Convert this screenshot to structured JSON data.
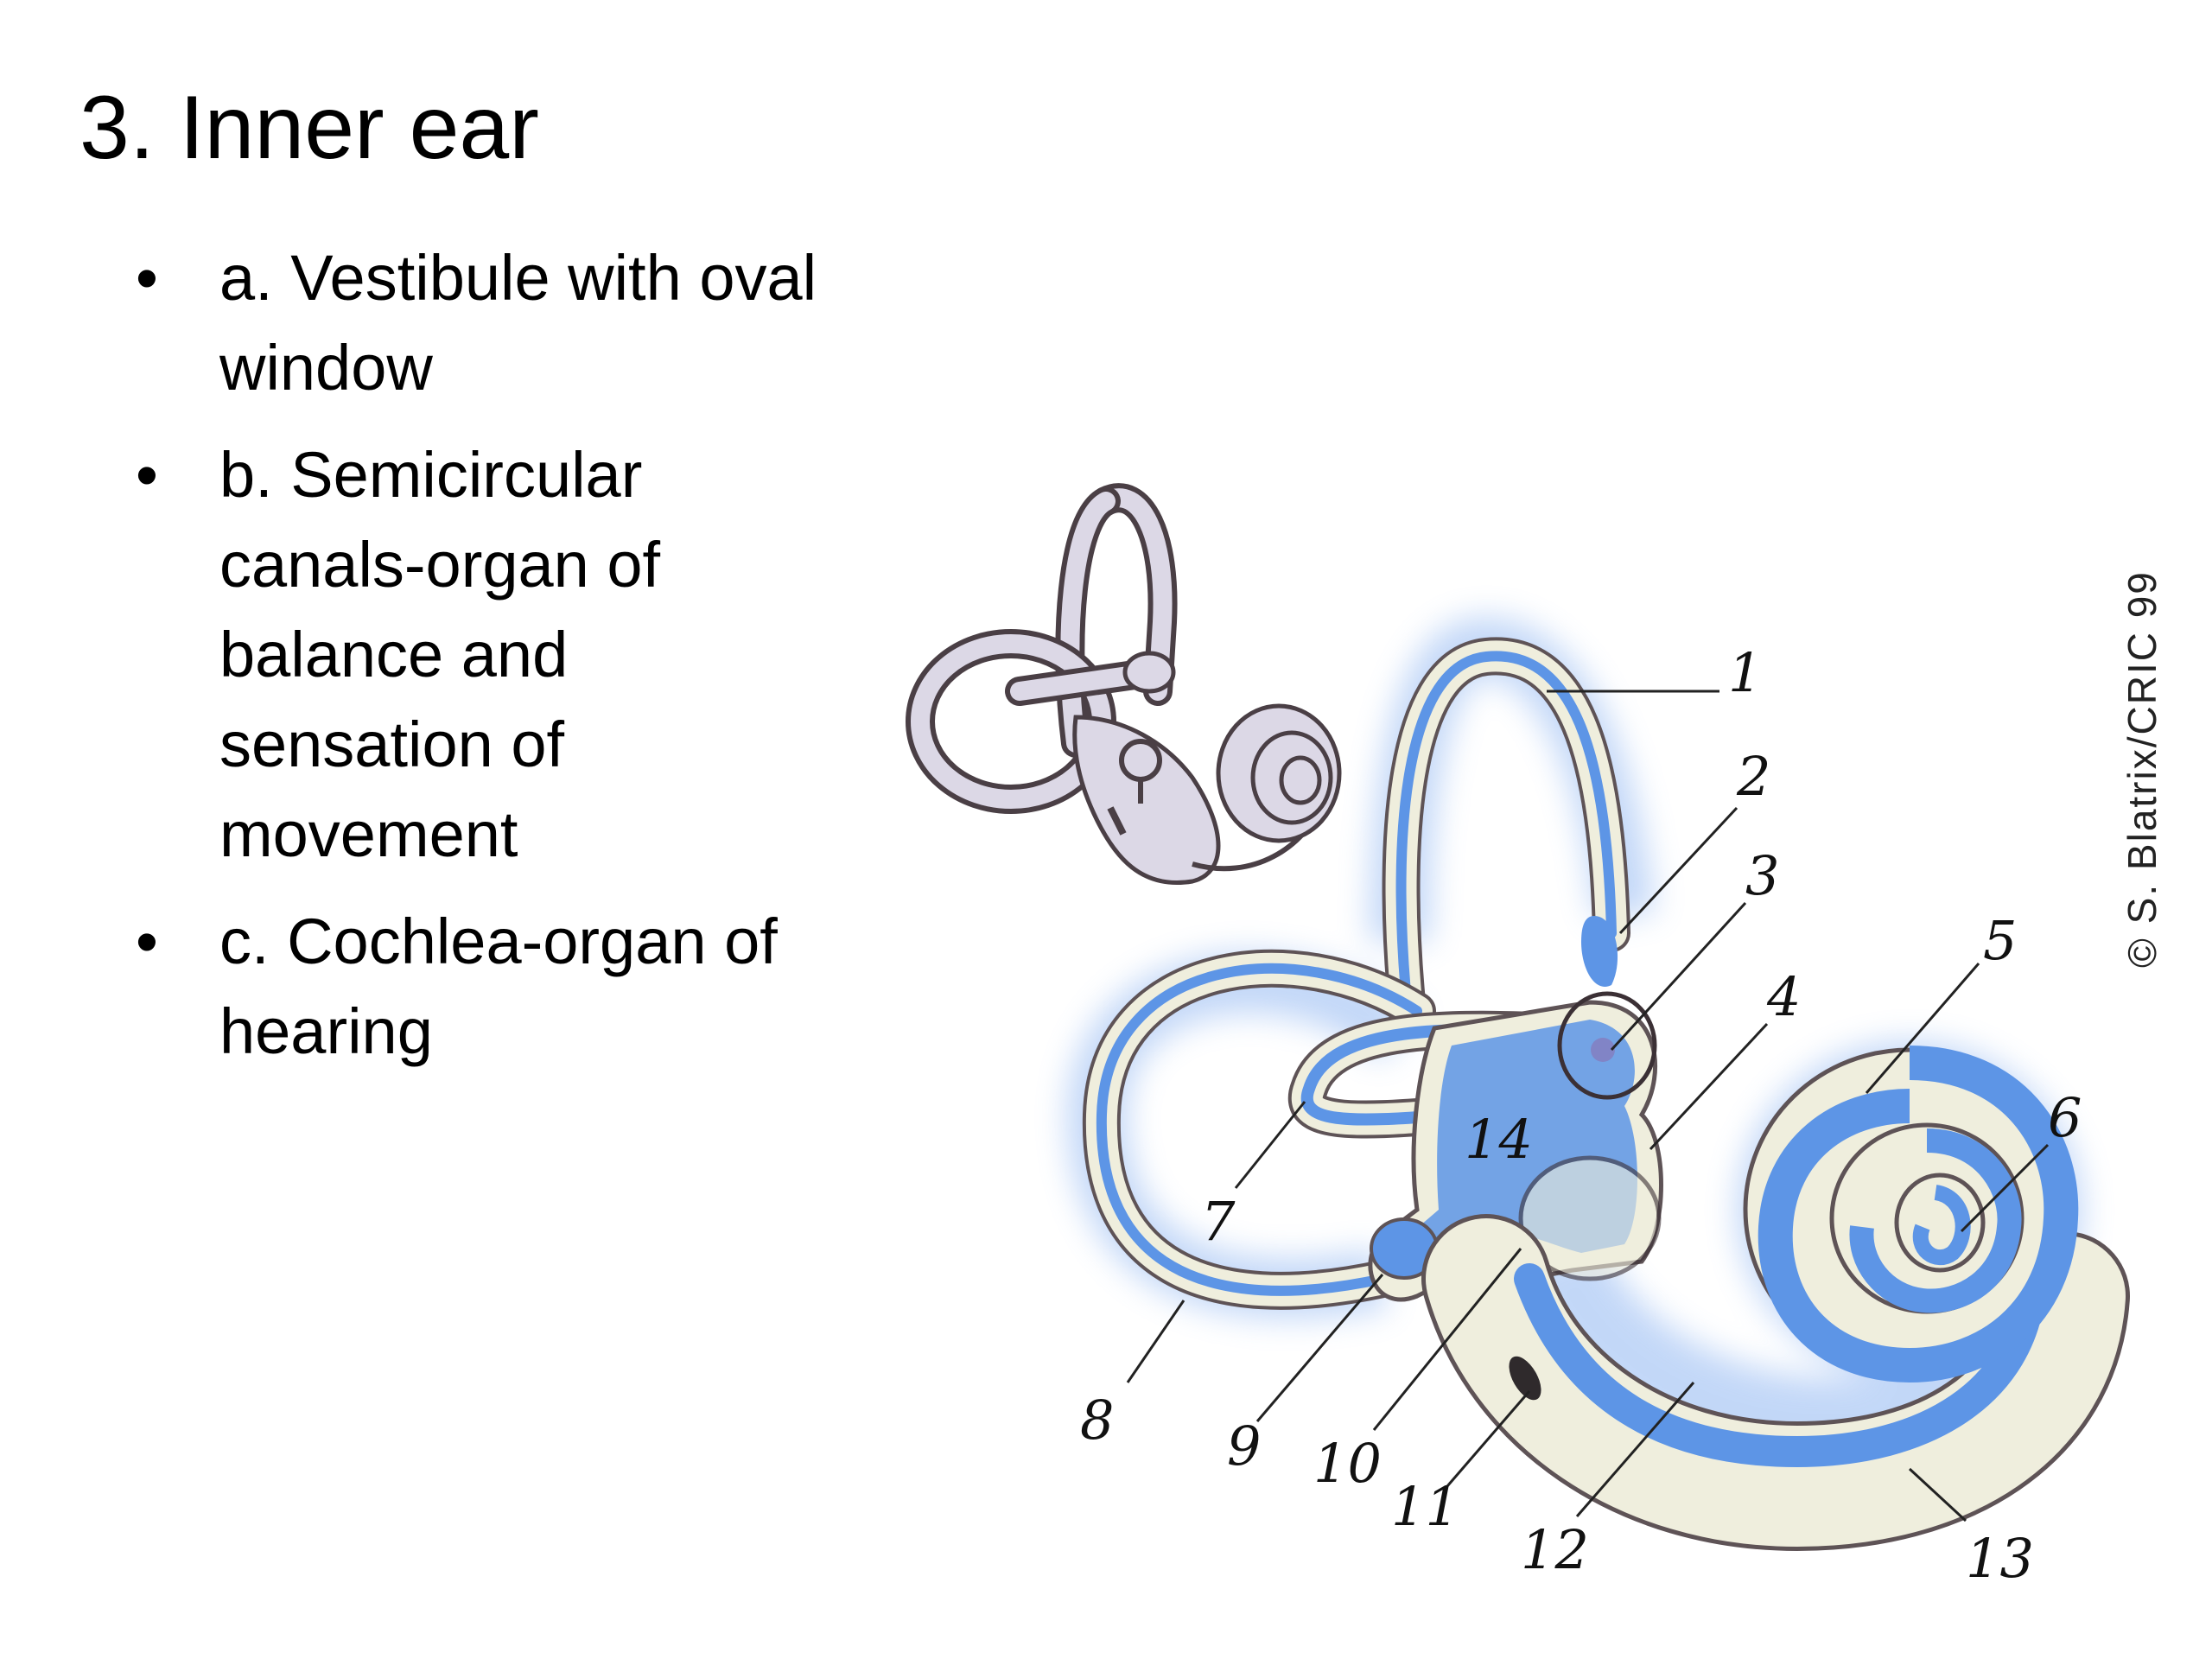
{
  "slide": {
    "title": "3.  Inner ear",
    "bullets": [
      {
        "marker": "•",
        "text": "a.  Vestibule with oval window"
      },
      {
        "marker": "•",
        "text": "b.  Semicircular canals-organ of balance and sensation of movement"
      },
      {
        "marker": "•",
        "text": "c.  Cochlea-organ of hearing"
      }
    ]
  },
  "figure": {
    "labels": [
      "1",
      "2",
      "3",
      "4",
      "5",
      "6",
      "7",
      "8",
      "9",
      "10",
      "11",
      "12",
      "13",
      "14"
    ],
    "credit": "© S. Blatrix/CRIC 99",
    "colors": {
      "bone": "#efeedd",
      "membrane": "#5d95e6",
      "outline": "#4a3f45",
      "small_ear": "#dcd8e6"
    }
  }
}
